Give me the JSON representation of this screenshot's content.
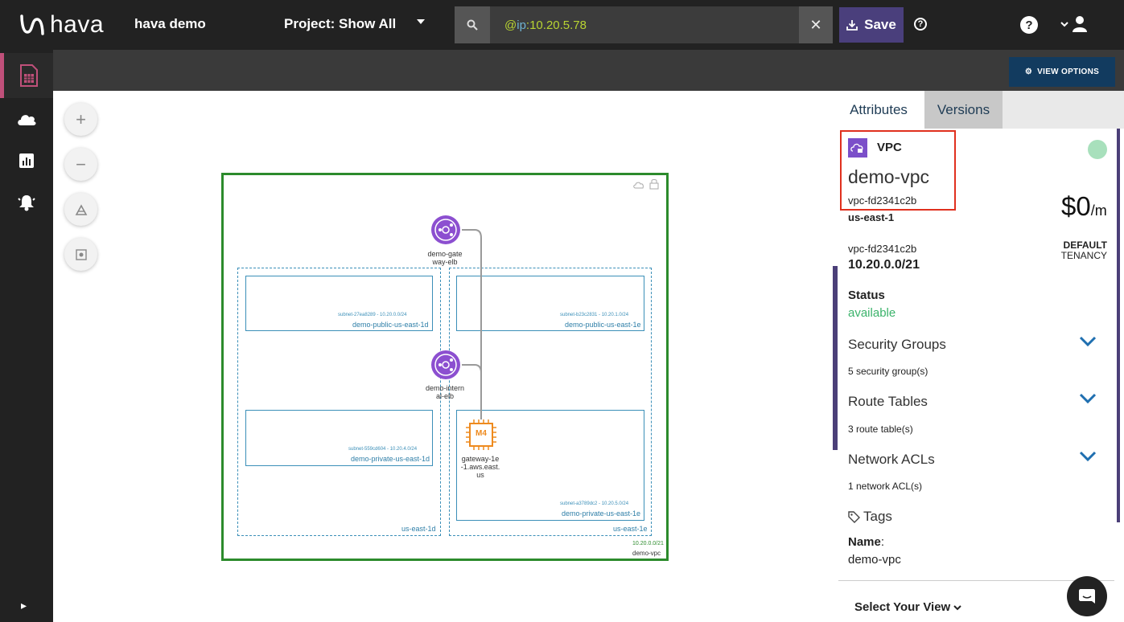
{
  "header": {
    "logo_text": "hava",
    "account_name": "hava demo",
    "project_label": "Project: Show All",
    "search": {
      "prefix": "@",
      "key": "ip",
      "value": ":10.20.5.78"
    },
    "save_label": "Save"
  },
  "subbar": {
    "view_options_label": "VIEW OPTIONS"
  },
  "diagram": {
    "vpc": {
      "cidr": "10.20.0.0/21",
      "name": "demo-vpc"
    },
    "availability_zones": [
      {
        "name": "us-east-1d"
      },
      {
        "name": "us-east-1e"
      }
    ],
    "subnets": [
      {
        "id_cidr": "subnet-27ea8289 - 10.20.0.0/24",
        "name": "demo-public-us-east-1d"
      },
      {
        "id_cidr": "subnet-b23c2831 - 10.20.1.0/24",
        "name": "demo-public-us-east-1e"
      },
      {
        "id_cidr": "subnet-559cd604 - 10.20.4.0/24",
        "name": "demo-private-us-east-1d"
      },
      {
        "id_cidr": "subnet-a3789dc2 - 10.20.5.0/24",
        "name": "demo-private-us-east-1e"
      }
    ],
    "nodes": {
      "gateway_elb": {
        "label_line1": "demo-gate",
        "label_line2": "way-elb"
      },
      "internal_elb": {
        "label_line1": "demo-intern",
        "label_line2": "al-elb"
      },
      "instance": {
        "badge": "M4",
        "label_line1": "gateway-1e",
        "label_line2": "-1.aws.east.",
        "label_line3": "us"
      }
    }
  },
  "panel": {
    "tabs": {
      "attributes": "Attributes",
      "versions": "Versions"
    },
    "resource_type": "VPC",
    "resource_name": "demo-vpc",
    "resource_id": "vpc-fd2341c2b",
    "region": "us-east-1",
    "cost_amount": "$0",
    "cost_unit": "/m",
    "vpc_id_repeat": "vpc-fd2341c2b",
    "cidr": "10.20.0.0/21",
    "tenancy_line1": "DEFAULT",
    "tenancy_line2": "TENANCY",
    "status_label": "Status",
    "status_value": "available",
    "security_groups": {
      "title": "Security Groups",
      "summary": "5 security group(s)"
    },
    "route_tables": {
      "title": "Route Tables",
      "summary": "3 route table(s)"
    },
    "network_acls": {
      "title": "Network ACLs",
      "summary": "1 network ACL(s)"
    },
    "tags_title": "Tags",
    "tag_name_label": "Name",
    "tag_name_value": "demo-vpc",
    "select_view_label": "Select Your View"
  },
  "colors": {
    "accent_purple": "#4a3f7c",
    "vpc_green": "#2c8b2c",
    "status_green": "#3bb36b",
    "highlight_red": "#e0301e",
    "nav_active": "#c0507a"
  }
}
